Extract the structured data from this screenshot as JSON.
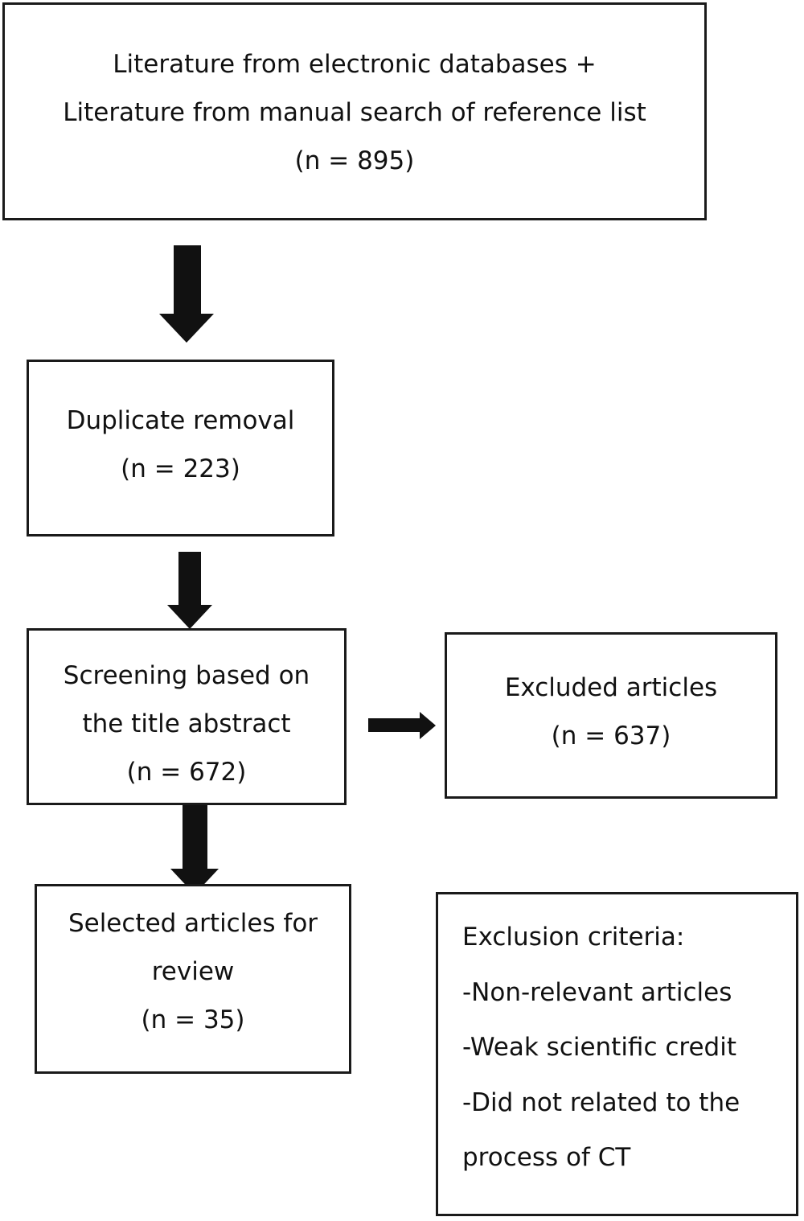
{
  "source_box": {
    "line1": "Literature from electronic databases +",
    "line2": "Literature from manual search of reference list",
    "count": "(n = 895)"
  },
  "duplicate_box": {
    "line1": "Duplicate removal",
    "count": "(n = 223)"
  },
  "screening_box": {
    "line1": "Screening based on",
    "line2": "the title abstract",
    "count": "(n = 672)"
  },
  "excluded_box": {
    "line1": "Excluded articles",
    "count": "(n = 637)"
  },
  "selected_box": {
    "line1": "Selected articles for",
    "line2": "review",
    "count": "(n = 35)"
  },
  "criteria_box": {
    "heading": "Exclusion criteria:",
    "items": [
      "-Non-relevant articles",
      "-Weak scientific credit",
      "-Did not related to the",
      "process of CT"
    ]
  }
}
